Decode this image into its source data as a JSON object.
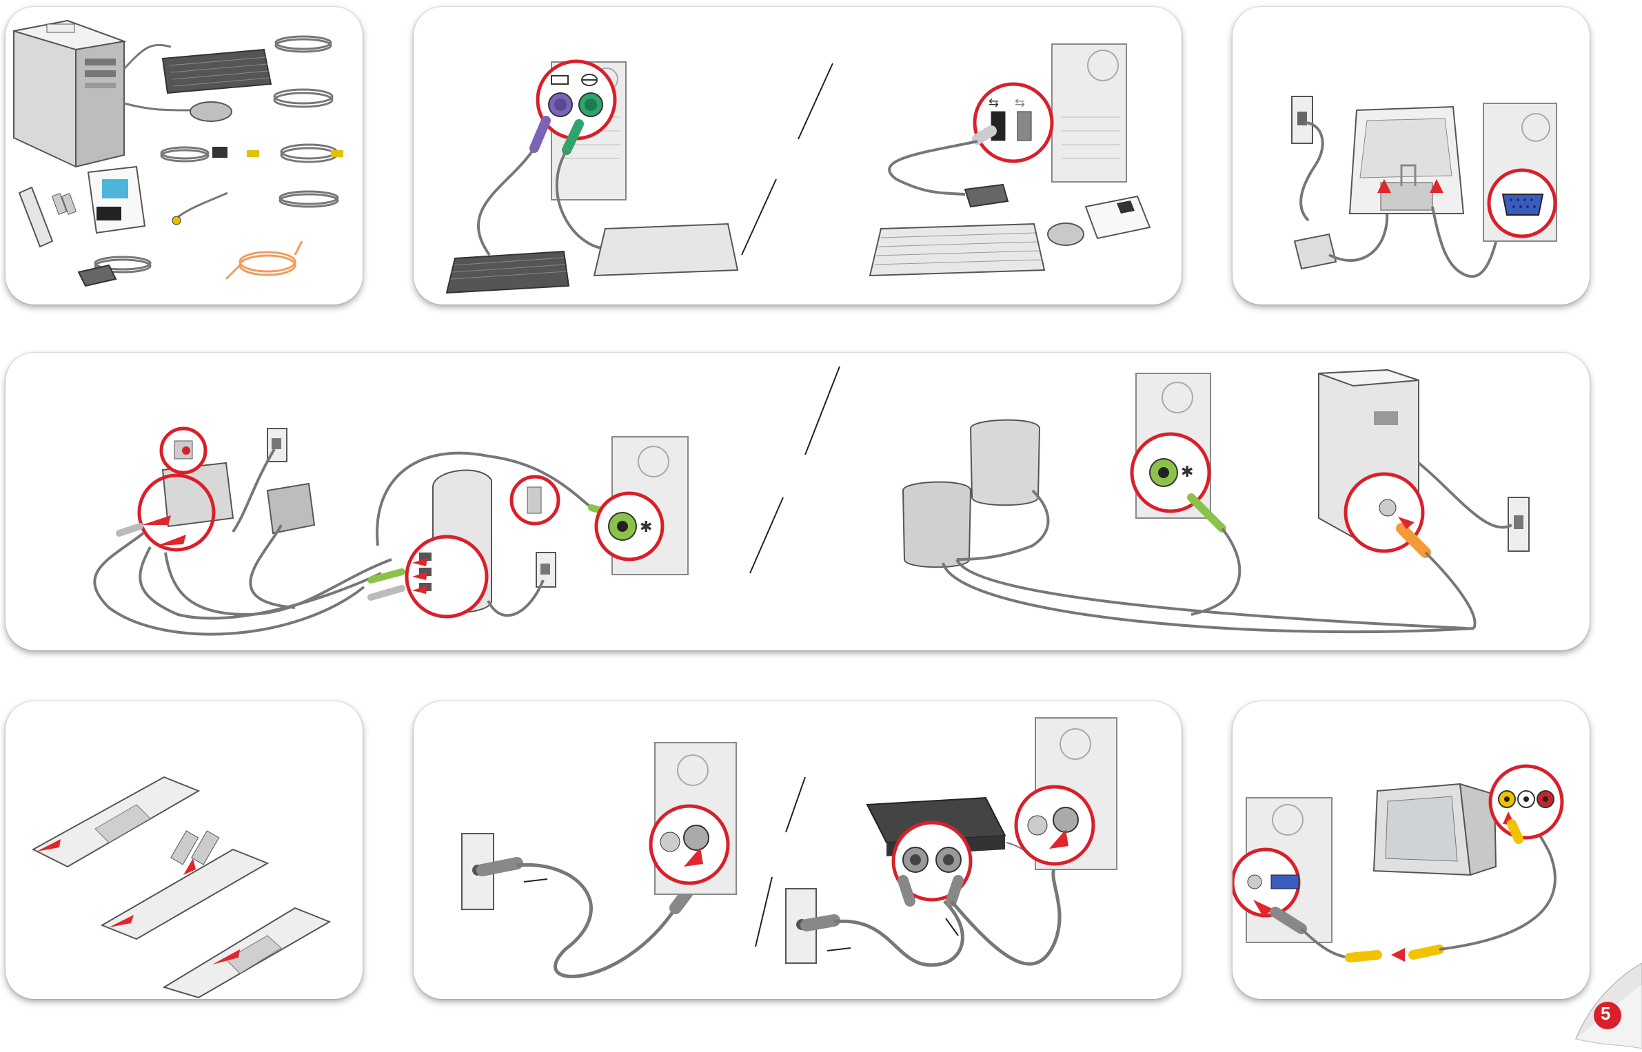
{
  "page": {
    "number": "5"
  },
  "colors": {
    "callout": "#d9202a",
    "arrow": "#e0262c",
    "cable": "#8c8c8c",
    "ps2_keyboard": "#7b63b8",
    "ps2_mouse": "#2fa56b",
    "audio_green": "#8cc24a",
    "audio_orange": "#f39a3a",
    "vga_blue": "#3a5bbf",
    "rca_yellow": "#f2c200"
  },
  "panels": [
    {
      "id": "unpack",
      "icon": "computer-parts-icon"
    },
    {
      "id": "keyboard-mouse-ps2",
      "icon": "ps2-ports-icon"
    },
    {
      "id": "keyboard-mouse-usb",
      "icon": "usb-ports-icon"
    },
    {
      "id": "monitor",
      "icon": "vga-port-icon"
    },
    {
      "id": "speakers-subwoofer",
      "icon": "audio-out-icon"
    },
    {
      "id": "speakers-multichannel",
      "icon": "audio-out-icon"
    },
    {
      "id": "remote-batteries",
      "icon": "battery-icon"
    },
    {
      "id": "tv-signal",
      "icon": "coax-icon"
    },
    {
      "id": "tv-out",
      "icon": "composite-video-icon"
    }
  ]
}
